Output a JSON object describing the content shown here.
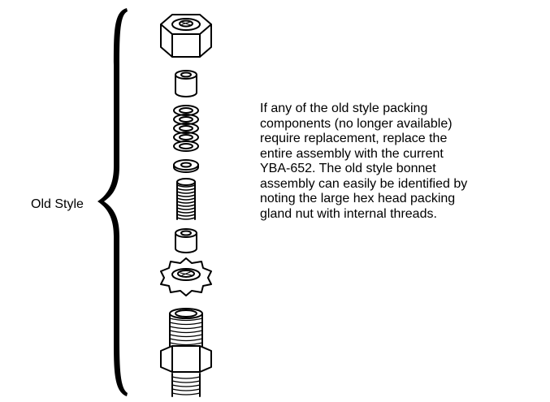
{
  "figure": {
    "group_label": "Old Style",
    "description_lines": [
      "If any of the old style packing",
      "components (no longer available)",
      "require replacement, replace the",
      "entire assembly with the current",
      "YBA-652. The old style bonnet",
      "assembly can easily be identified by",
      "noting the large hex head packing",
      "gland nut with internal threads."
    ],
    "parts": [
      "hex-gland-nut",
      "bushing",
      "packing-rings",
      "washer",
      "spring",
      "bushing",
      "star-nut",
      "threaded-bonnet"
    ]
  }
}
